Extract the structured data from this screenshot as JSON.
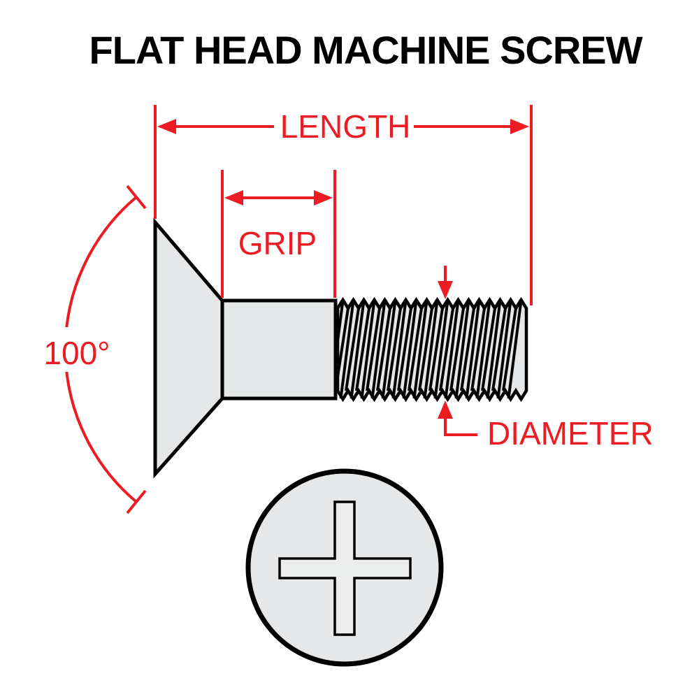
{
  "title": "FLAT HEAD MACHINE SCREW",
  "annotations": {
    "length_label": "LENGTH",
    "grip_label": "GRIP",
    "diameter_label": "DIAMETER",
    "head_angle_label": "100°"
  },
  "colors": {
    "annotation_red": "#ed1c24",
    "outline_black": "#000000",
    "metal_gray": "#e6e7e8",
    "cross_gray": "#eceded",
    "background": "#ffffff"
  }
}
